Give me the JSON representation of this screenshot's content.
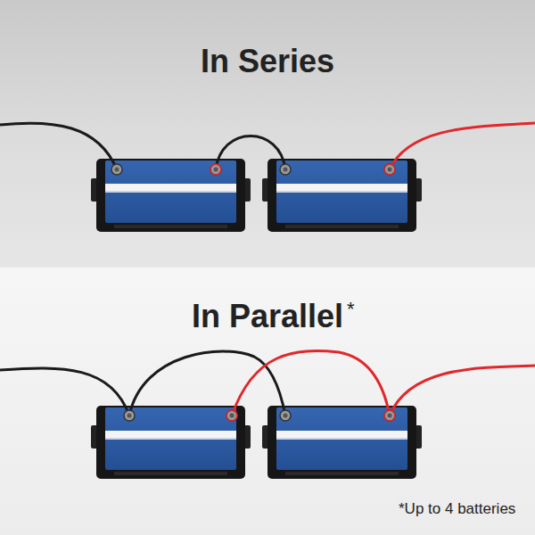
{
  "diagram": {
    "labels": [
      "In Series",
      "In Parallel",
      "*",
      "*Up to 4 batteries"
    ]
  }
}
